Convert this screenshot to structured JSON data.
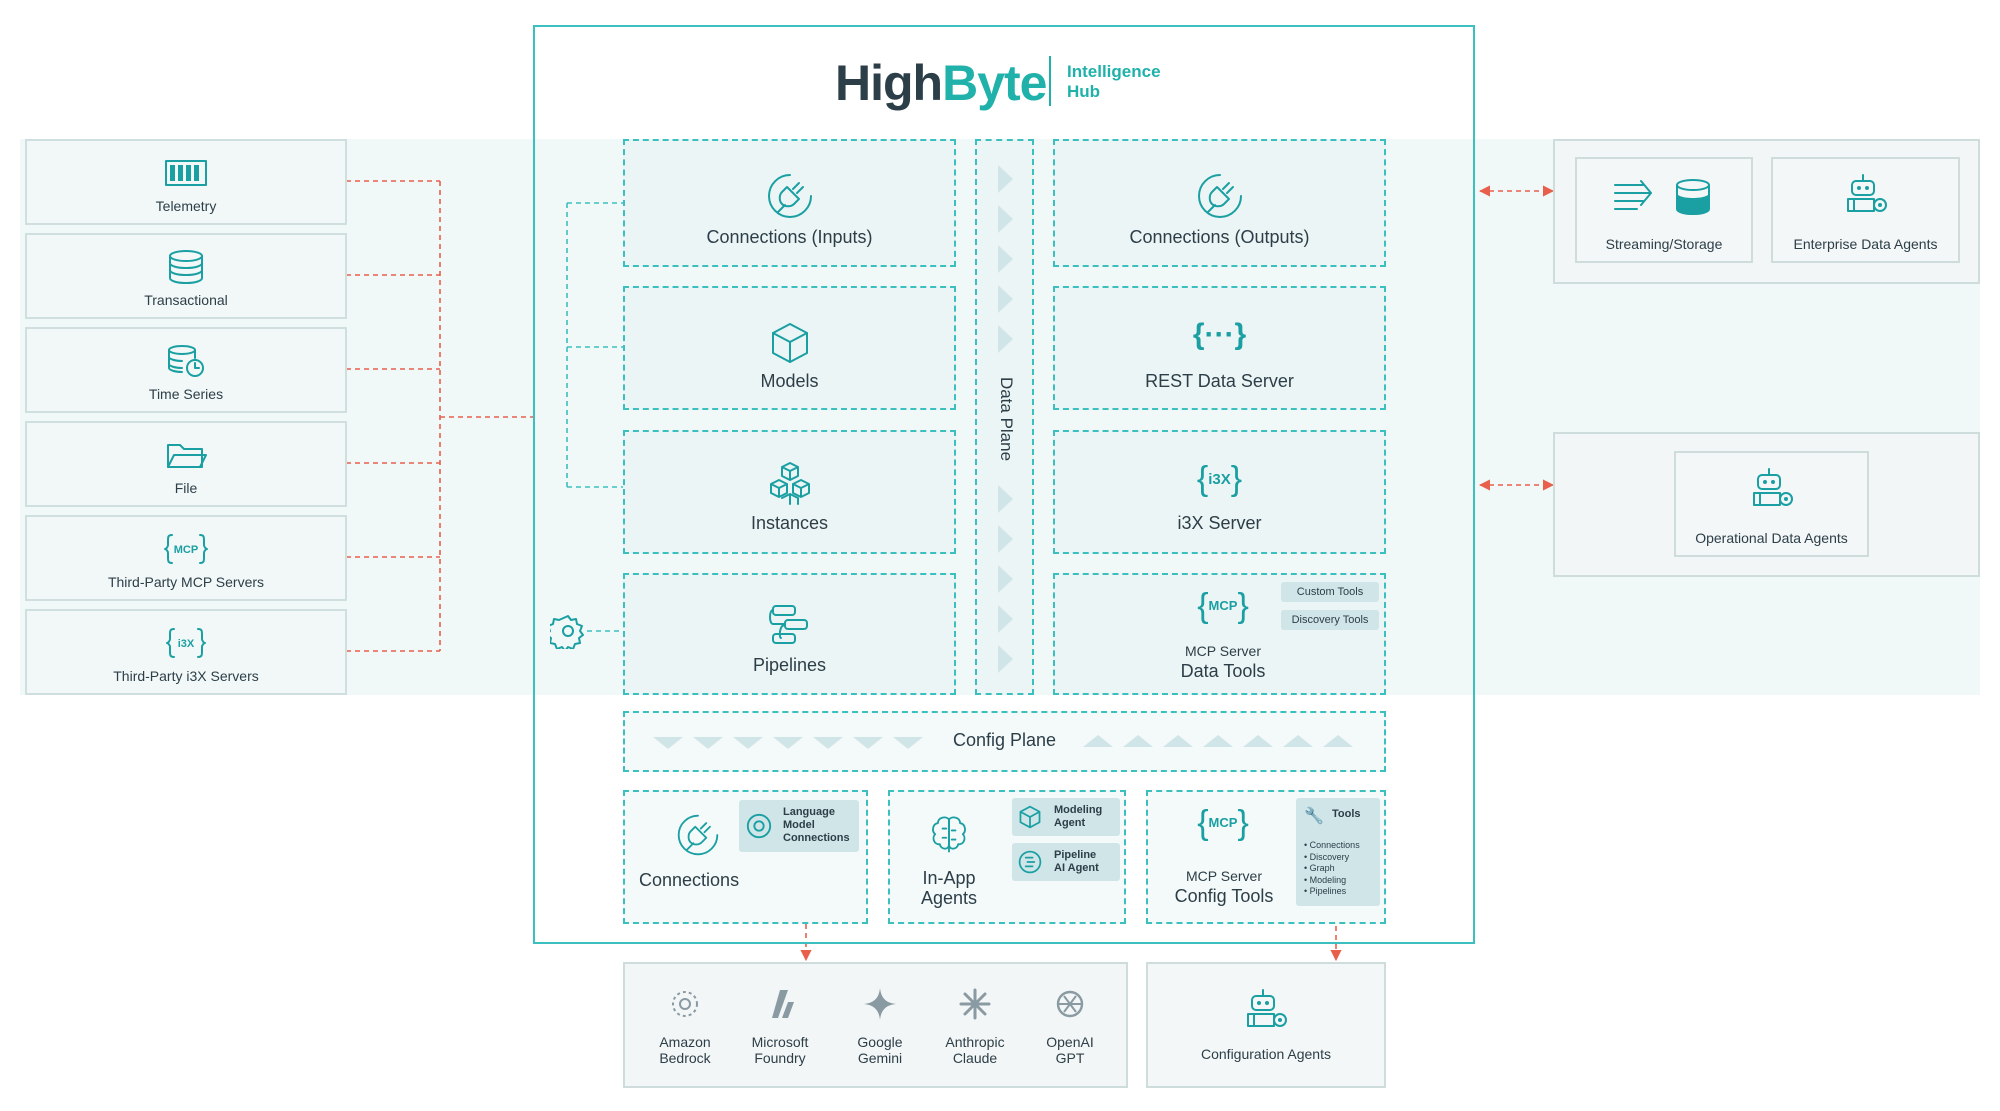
{
  "header": {
    "brand_high": "High",
    "brand_byte": "Byte",
    "product_line1": "Intelligence",
    "product_line2": "Hub"
  },
  "colors": {
    "teal": "#1a9fa2",
    "dark": "#2c3e48",
    "dashed_connector": "#e8604c",
    "band": "#f1f8f8"
  },
  "sources": [
    {
      "label": "Telemetry",
      "icon": "server-rack-icon"
    },
    {
      "label": "Transactional",
      "icon": "database-icon"
    },
    {
      "label": "Time Series",
      "icon": "time-series-db-icon"
    },
    {
      "label": "File",
      "icon": "folder-icon"
    },
    {
      "label": "Third-Party MCP Servers",
      "icon": "mcp-icon"
    },
    {
      "label": "Third-Party i3X Servers",
      "icon": "i3x-icon"
    }
  ],
  "left_column": [
    {
      "label": "Connections (Inputs)",
      "icon": "plug-icon"
    },
    {
      "label": "Models",
      "icon": "cube-icon"
    },
    {
      "label": "Instances",
      "icon": "cubes-icon"
    },
    {
      "label": "Pipelines",
      "icon": "pipeline-icon"
    }
  ],
  "data_plane": {
    "label": "Data Plane"
  },
  "right_column": [
    {
      "label": "Connections (Outputs)",
      "icon": "plug-icon"
    },
    {
      "label": "REST Data Server",
      "icon": "curly-braces-icon",
      "glyph": "{···}"
    },
    {
      "label": "i3X Server",
      "icon": "i3x-icon",
      "glyph": "i3X"
    }
  ],
  "mcp_data": {
    "glyph": "MCP",
    "line1": "MCP Server",
    "line2": "Data Tools",
    "chips": [
      "Custom Tools",
      "Discovery Tools"
    ]
  },
  "config_plane": {
    "label": "Config Plane"
  },
  "bottom": {
    "connections": {
      "label": "Connections",
      "chip": [
        "Language",
        "Model",
        "Connections"
      ]
    },
    "agents": {
      "line1": "In-App",
      "line2": "Agents",
      "chips": [
        {
          "line1": "Modeling",
          "line2": "Agent"
        },
        {
          "line1": "Pipeline",
          "line2": "AI Agent"
        }
      ]
    },
    "mcp_config": {
      "glyph": "MCP",
      "line1": "MCP Server",
      "line2": "Config Tools",
      "tools_title": "Tools",
      "tools": [
        "Connections",
        "Discovery",
        "Graph",
        "Modeling",
        "Pipelines"
      ]
    }
  },
  "destinations": {
    "streaming": {
      "label": "Streaming/Storage"
    },
    "enterprise": {
      "label": "Enterprise Data Agents"
    },
    "operational": {
      "label": "Operational Data Agents"
    }
  },
  "providers": [
    {
      "line1": "Amazon",
      "line2": "Bedrock",
      "icon": "amazon-bedrock-icon"
    },
    {
      "line1": "Microsoft",
      "line2": "Foundry",
      "icon": "microsoft-foundry-icon"
    },
    {
      "line1": "Google",
      "line2": "Gemini",
      "icon": "google-gemini-icon"
    },
    {
      "line1": "Anthropic",
      "line2": "Claude",
      "icon": "anthropic-claude-icon"
    },
    {
      "line1": "OpenAI",
      "line2": "GPT",
      "icon": "openai-gpt-icon"
    }
  ],
  "config_agents": {
    "label": "Configuration Agents"
  }
}
